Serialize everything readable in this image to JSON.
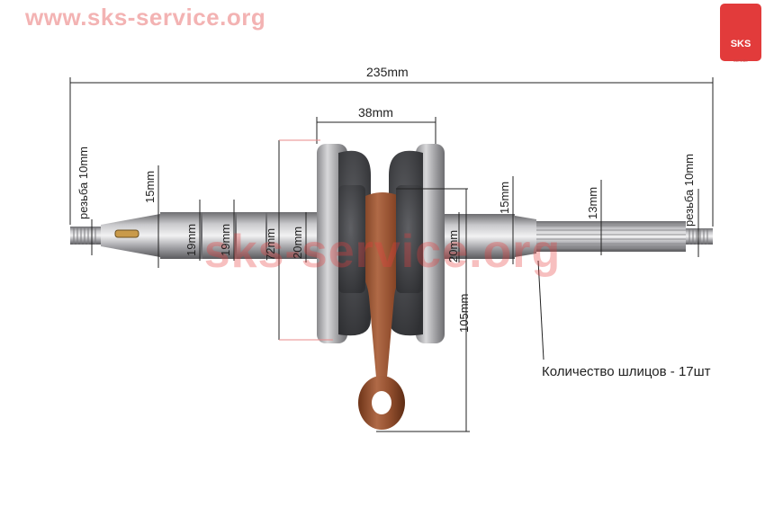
{
  "watermark": {
    "url": "www.sks-service.org",
    "center_text": "sks-service.org",
    "logo_text": "SKS",
    "logo_sub": "service"
  },
  "dimensions": {
    "total_length": "235mm",
    "web_gap": "38mm",
    "left_thread": "резьба 10mm",
    "right_thread": "резьба 10mm",
    "left_shaft_15": "15mm",
    "left_bearing_a": "19mm",
    "left_bearing_b": "19mm",
    "web_diameter": "72mm",
    "left_seat": "20mm",
    "right_seat": "20mm",
    "rod_length": "105mm",
    "right_shaft_15": "15mm",
    "right_shaft_13": "13mm"
  },
  "spline_note": "Количество шлицов - 17шт",
  "colors": {
    "background": "#ffffff",
    "steel": "#a9a9ab",
    "rod": "#9a5235",
    "dimension_line": "#222222",
    "marker_line": "#e88a8a"
  }
}
